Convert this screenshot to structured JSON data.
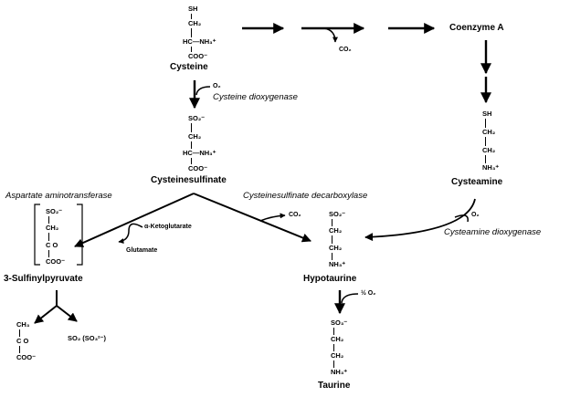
{
  "colors": {
    "ink": "#000000",
    "background": "#ffffff"
  },
  "cysteine": {
    "name": "Cysteine",
    "structure": [
      "SH",
      "CH₂",
      "HC—NH₃⁺",
      "COO⁻"
    ]
  },
  "cysteinesulfinate": {
    "name": "Cysteinesulfinate",
    "structure": [
      "SO₂⁻",
      "CH₂",
      "HC—NH₃⁺",
      "COO⁻"
    ]
  },
  "sulfinylpyruvate": {
    "name": "3-Sulfinylpyruvate",
    "structure": [
      "SO₂⁻",
      "CH₂",
      "C   O",
      "COO⁻"
    ]
  },
  "pyruvate": {
    "structure": [
      "CH₃",
      "C   O",
      "COO⁻"
    ]
  },
  "sulfite": {
    "label": "SO₂  (SO₃²⁻)"
  },
  "hypotaurine": {
    "name": "Hypotaurine",
    "structure": [
      "SO₂⁻",
      "CH₂",
      "CH₂",
      "NH₃⁺"
    ]
  },
  "taurine": {
    "name": "Taurine",
    "structure": [
      "SO₃⁻",
      "CH₂",
      "CH₂",
      "NH₃⁺"
    ]
  },
  "cysteamine": {
    "name": "Cysteamine",
    "structure": [
      "SH",
      "CH₂",
      "CH₂",
      "NH₃⁺"
    ]
  },
  "coenzyme_a": {
    "name": "Coenzyme A"
  },
  "cofactors": {
    "o2_dioxygenase": "O₂",
    "co2_top": "CO₂",
    "co2_decarboxylase": "CO₂",
    "ketoglutarate": "α-Ketoglutarate",
    "glutamate": "Glutamate",
    "o2_cysteamine": "O₂",
    "half_o2": "½ O₂"
  },
  "enzymes": {
    "cysteine_dioxygenase": "Cysteine dioxygenase",
    "aspartate_aminotransferase": "Aspartate aminotransferase",
    "decarboxylase": "Cysteinesulfinate decarboxylase",
    "cysteamine_dioxygenase": "Cysteamine dioxygenase"
  }
}
